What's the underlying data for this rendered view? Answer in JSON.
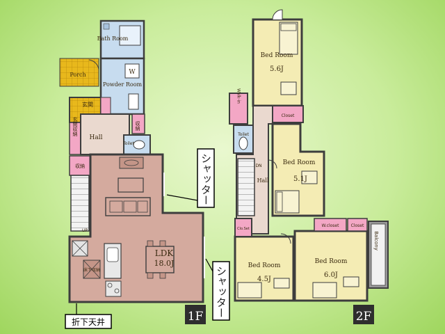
{
  "floor1": {
    "tag": "1F",
    "rooms": {
      "bath": "Bath Room",
      "powder": "Powder Room",
      "powder_w": "W",
      "porch": "Porch",
      "entrance": "玄関",
      "storage_fr": "収納",
      "entrance_storage": "玄関収納",
      "hall": "Hall",
      "storage": "収納",
      "toilet": "Toilet",
      "ldk_name": "LDK",
      "ldk_size": "18.0J",
      "up": "UP",
      "under_storage": "床下収納"
    },
    "callout_shutter": "シャッター",
    "callout_ceiling": "折下天井"
  },
  "floor2": {
    "tag": "2F",
    "rooms": {
      "bed1_name": "Bed Room",
      "bed1_size": "5.6J",
      "bed2_name": "Bed Room",
      "bed2_size": "5.1J",
      "bed3_name": "Bed Room",
      "bed3_size": "4.5J",
      "bed4_name": "Bed Room",
      "bed4_size": "6.0J",
      "hall": "Hall",
      "dn": "DN",
      "toilet": "Toilet",
      "balcony": "Balcony",
      "closet1": "Walk-in",
      "closet2": "Closet",
      "cloth": "Clo.Set",
      "wic_a": "W.closet",
      "wic_b": "Closet"
    },
    "callout_shutter": "シャッター"
  },
  "colors": {
    "ldk_floor": "#d4aa9e",
    "room_floor": "#f4ecb4",
    "wet_floor": "#c7dcef",
    "porch_floor": "#e8b81c",
    "closet_pink": "#f3a7c5",
    "hall_floor": "#ead9cf",
    "wall": "#3d3d3d"
  }
}
